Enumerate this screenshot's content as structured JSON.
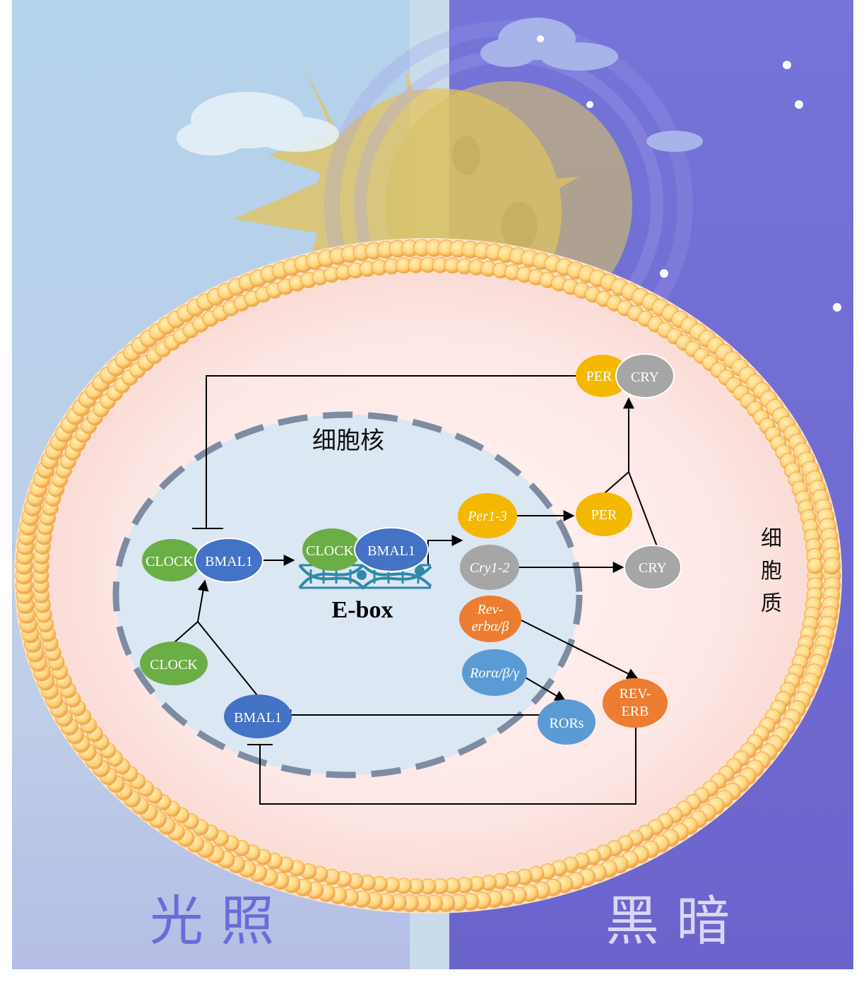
{
  "labels": {
    "nucleus": "细胞核",
    "cytoplasm": "细胞质",
    "light": "光 照",
    "dark": "黑 暗",
    "ebox": "E-box"
  },
  "nodes": {
    "clock_main": "CLOCK",
    "bmal1_main": "BMAL1",
    "clock_ebox": "CLOCK",
    "bmal1_ebox": "BMAL1",
    "clock_lower": "CLOCK",
    "bmal1_lower": "BMAL1",
    "per_gene": "Per1-3",
    "cry_gene": "Cry1-2",
    "rev_gene_1": "Rev-",
    "rev_gene_2": "erbα/β",
    "ror_gene": "Rorα/β/γ",
    "per_protein": "PER",
    "cry_protein": "CRY",
    "per_complex": "PER",
    "cry_complex": "CRY",
    "rev_protein_1": "REV-",
    "rev_protein_2": "ERB",
    "rors": "RORs"
  },
  "colors": {
    "green": "#6aae45",
    "blue": "#4472c4",
    "yellow": "#f5b800",
    "gray": "#a6a6a6",
    "orange": "#ed7d31",
    "lightblue": "#5b9bd5",
    "sky_day": "#b6d6ec",
    "sky_night": "#7272d6"
  },
  "icons": [
    "sun-icon",
    "moon-icon",
    "cloud-icon",
    "star-icon",
    "dna-icon"
  ]
}
